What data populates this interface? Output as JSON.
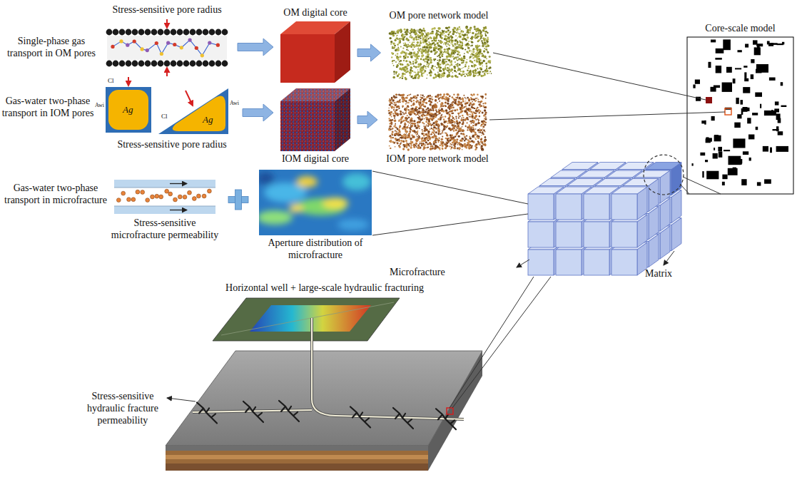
{
  "diagram": {
    "nodes": [
      {
        "text": [
          "Stress-sensitive pore radius"
        ]
      },
      {
        "text": [
          "OM digital core"
        ]
      },
      {
        "text": [
          "OM pore network model"
        ]
      },
      {
        "text": [
          "Core-scale model"
        ]
      },
      {
        "text": [
          "Stress-sensitive pore radius"
        ]
      },
      {
        "text": [
          "IOM digital core"
        ]
      },
      {
        "text": [
          "IOM pore network model"
        ]
      },
      {
        "text": [
          "Stress-sensitive microfracture permeability"
        ]
      },
      {
        "text": [
          "Aperture distribution of microfracture"
        ]
      },
      {
        "text": [
          "Horizontal well + large-scale hydraulic fracturing"
        ]
      }
    ],
    "edges": [
      {
        "from": 0,
        "to": 1,
        "arrow": "to"
      },
      {
        "from": 1,
        "to": 2,
        "arrow": "to"
      },
      {
        "from": 4,
        "to": 5,
        "arrow": "to"
      },
      {
        "from": 5,
        "to": 6,
        "arrow": "to"
      }
    ],
    "labels": [
      "Single-phase gas transport in OM pores",
      "Gas-water two-phase transport in IOM pores",
      "Gas-water two-phase transport in microfracture",
      "Microfracture",
      "Matrix",
      "Stress-sensitive hydraulic fracture permeability",
      "Cl",
      "Awi",
      "Ag",
      "Cl",
      "Awi",
      "Ag"
    ]
  }
}
